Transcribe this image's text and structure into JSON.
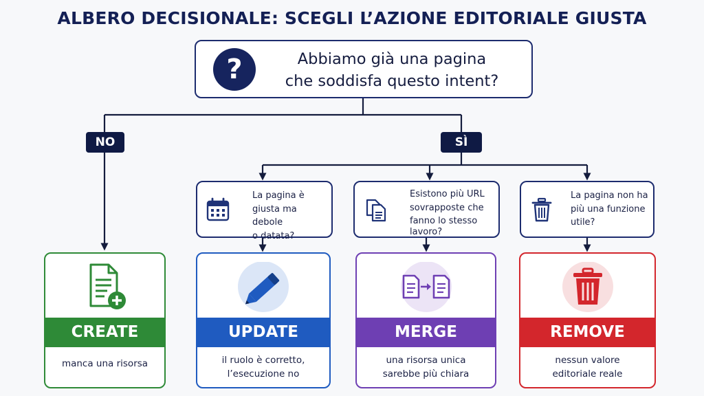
{
  "title": "ALBERO DECISIONALE: SCEGLI L’AZIONE EDITORIALE GIUSTA",
  "root": {
    "icon": "question-mark-icon",
    "line1": "Abbiamo già una pagina",
    "line2": "che soddisfa questo intent?"
  },
  "branches": {
    "no": "NO",
    "yes": "SÌ"
  },
  "questions": [
    {
      "icon": "calendar-icon",
      "lines": [
        "La pagina è",
        "giusta ma debole",
        "o datata?"
      ]
    },
    {
      "icon": "duplicate-pages-icon",
      "lines": [
        "Esistono più URL",
        "sovrapposte che",
        "fanno lo stesso",
        "lavoro?"
      ]
    },
    {
      "icon": "trash-icon",
      "lines": [
        "La pagina non ha",
        "più una funzione",
        "utile?"
      ]
    }
  ],
  "actions": [
    {
      "label": "CREATE",
      "icon": "document-add-icon",
      "color": "#2e8a37",
      "desc": [
        "manca una risorsa"
      ]
    },
    {
      "label": "UPDATE",
      "icon": "pencil-icon",
      "color": "#1f5bc0",
      "desc": [
        "il ruolo è corretto,",
        "l’esecuzione no"
      ]
    },
    {
      "label": "MERGE",
      "icon": "merge-documents-icon",
      "color": "#6e3fb3",
      "desc": [
        "una risorsa unica",
        "sarebbe più chiara"
      ]
    },
    {
      "label": "REMOVE",
      "icon": "trash-icon",
      "color": "#d3262c",
      "desc": [
        "nessun valore",
        "editoriale reale"
      ]
    }
  ],
  "colors": {
    "navy": "#16245e",
    "connector": "#141c3d"
  }
}
